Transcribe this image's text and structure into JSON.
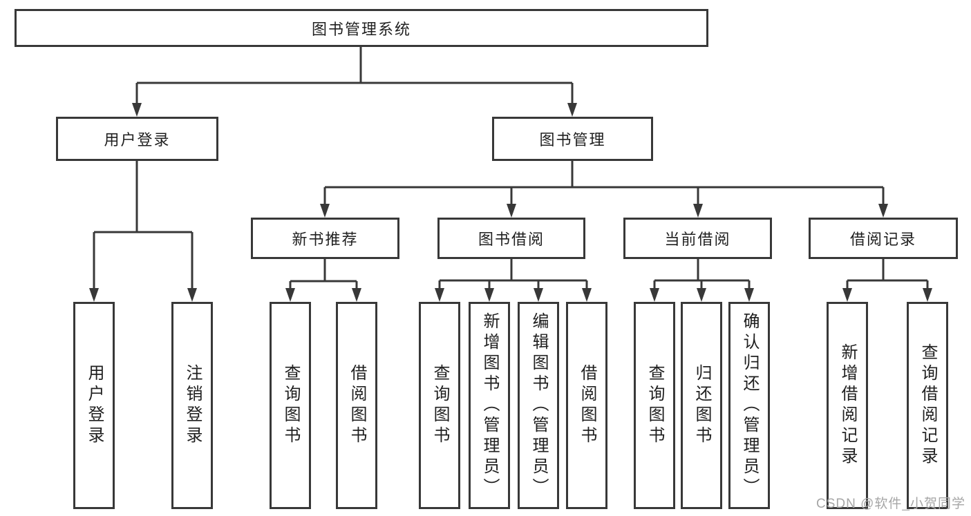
{
  "tree": {
    "label": "图书管理系统",
    "children": [
      {
        "label": "用户登录",
        "children": [
          {
            "label": "用户登录"
          },
          {
            "label": "注销登录"
          }
        ]
      },
      {
        "label": "图书管理",
        "children": [
          {
            "label": "新书推荐",
            "children": [
              {
                "label": "查询图书"
              },
              {
                "label": "借阅图书"
              }
            ]
          },
          {
            "label": "图书借阅",
            "children": [
              {
                "label": "查询图书"
              },
              {
                "label": "新增图书（管理员）"
              },
              {
                "label": "编辑图书（管理员）"
              },
              {
                "label": "借阅图书"
              }
            ]
          },
          {
            "label": "当前借阅",
            "children": [
              {
                "label": "查询图书"
              },
              {
                "label": "归还图书"
              },
              {
                "label": "确认归还（管理员）"
              }
            ]
          },
          {
            "label": "借阅记录",
            "children": [
              {
                "label": "新增借阅记录"
              },
              {
                "label": "查询借阅记录"
              }
            ]
          }
        ]
      }
    ]
  },
  "watermark": {
    "text": "CSDN @软件_小贺同学"
  },
  "colors": {
    "line": "#383838",
    "text": "#1f1f1f",
    "watermark": "#a6a6a6",
    "background": "#ffffff"
  }
}
